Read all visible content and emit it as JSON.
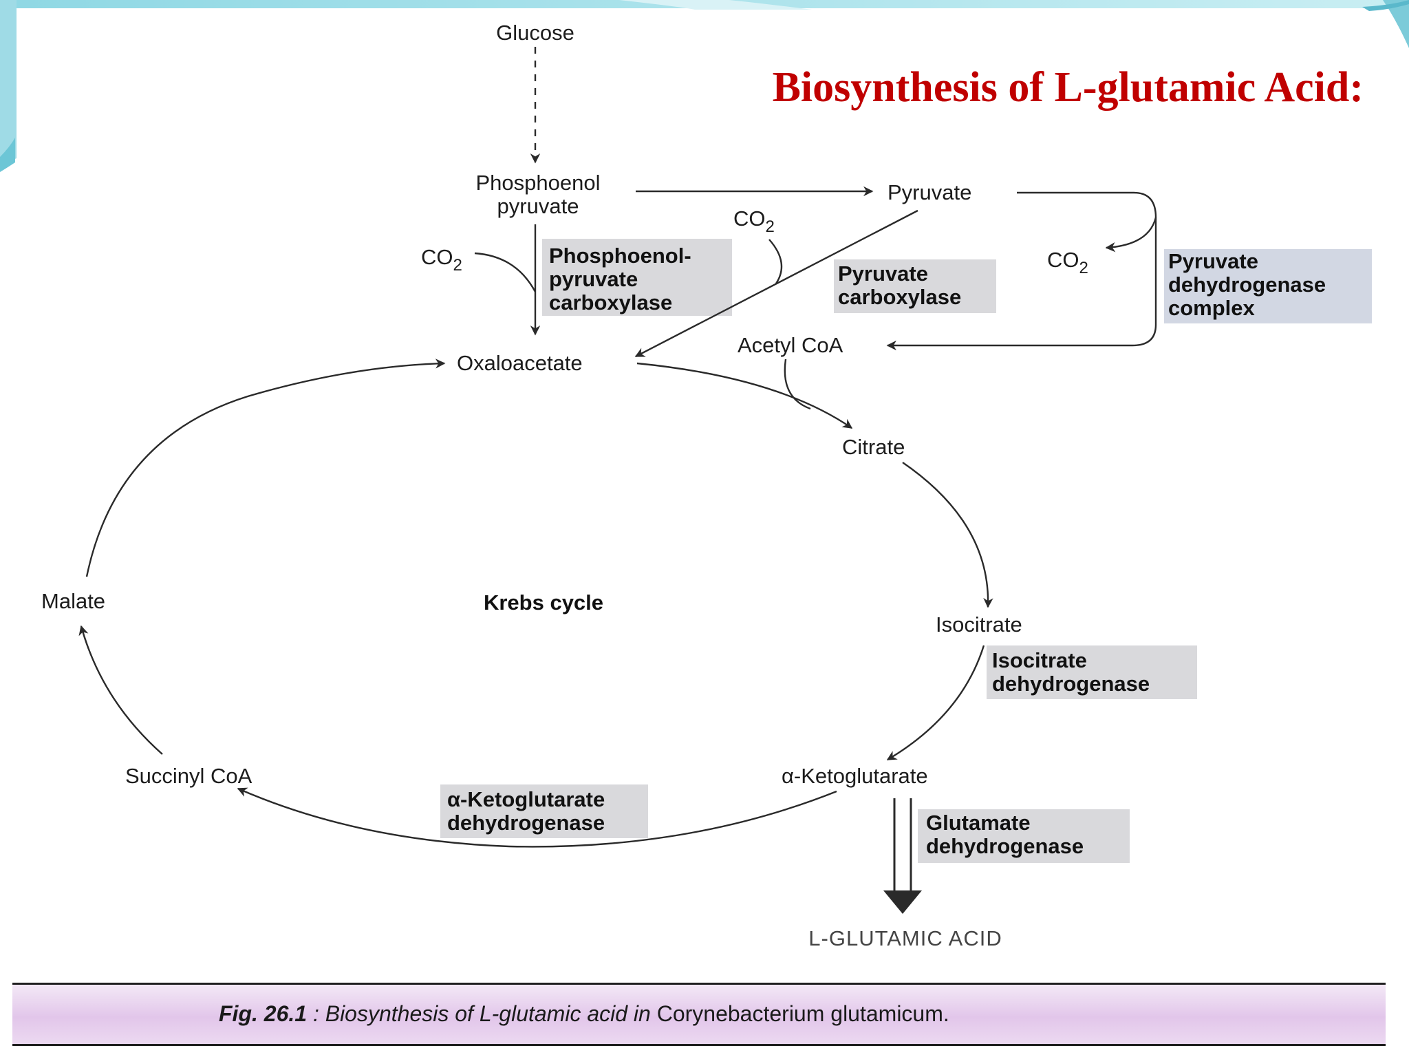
{
  "slide": {
    "title": "Biosynthesis of L-glutamic Acid:"
  },
  "diagram": {
    "metabolites": {
      "glucose": "Glucose",
      "pep_line1": "Phosphoenol",
      "pep_line2": "pyruvate",
      "pyruvate": "Pyruvate",
      "oxaloacetate": "Oxaloacetate",
      "acetyl_coa": "Acetyl CoA",
      "citrate": "Citrate",
      "isocitrate": "Isocitrate",
      "alpha_ketoglutarate": "α-Ketoglutarate",
      "succinyl_coa": "Succinyl CoA",
      "malate": "Malate",
      "product": "L-GLUTAMIC ACID"
    },
    "cofactor": {
      "co2_base": "CO",
      "co2_sub": "2"
    },
    "cycle_label": "Krebs cycle",
    "enzymes": {
      "pep_carboxylase": [
        "Phosphoenol-",
        "pyruvate",
        "carboxylase"
      ],
      "pyruvate_carboxylase": [
        "Pyruvate",
        "carboxylase"
      ],
      "pyruvate_dehydrogenase": [
        "Pyruvate",
        "dehydrogenase",
        "complex"
      ],
      "isocitrate_dehydrogenase": [
        "Isocitrate",
        "dehydrogenase"
      ],
      "akg_dehydrogenase": [
        "α-Ketoglutarate",
        "dehydrogenase"
      ],
      "glutamate_dehydrogenase": [
        "Glutamate",
        "dehydrogenase"
      ]
    }
  },
  "caption": {
    "fig_label": "Fig. 26.1",
    "separator": " : ",
    "text": "Biosynthesis of L-glutamic acid in ",
    "organism": "Corynebacterium glutamicum."
  },
  "colors": {
    "title": "#c00000",
    "enzyme_box": "#d9d9dc",
    "caption_band": "#e2c6ea",
    "decor_teal": "#6cc6d6"
  }
}
